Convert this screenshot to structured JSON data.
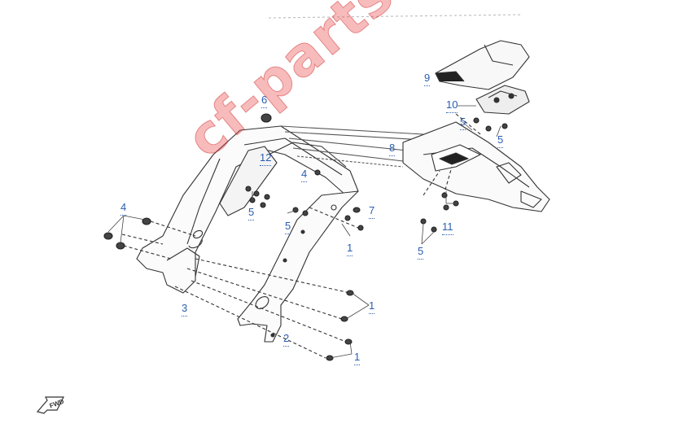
{
  "diagram": {
    "callouts": [
      {
        "label": "9"
      },
      {
        "label": "10"
      },
      {
        "label": "5"
      },
      {
        "label": "5"
      },
      {
        "label": "8"
      },
      {
        "label": "6"
      },
      {
        "label": "12"
      },
      {
        "label": "4"
      },
      {
        "label": "5"
      },
      {
        "label": "4"
      },
      {
        "label": "5"
      },
      {
        "label": "7"
      },
      {
        "label": "1"
      },
      {
        "label": "11"
      },
      {
        "label": "5"
      },
      {
        "label": "3"
      },
      {
        "label": "1"
      },
      {
        "label": "2"
      },
      {
        "label": "1"
      }
    ],
    "watermark": "cf-parts.eu",
    "fwd_label": "FWD",
    "colors": {
      "callout": "#2a5db0",
      "line": "#333333",
      "watermark": "#eb3c3c"
    }
  }
}
